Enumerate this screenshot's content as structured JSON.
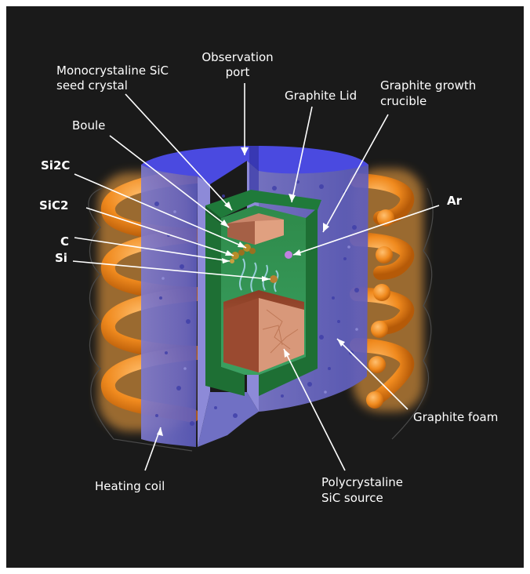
{
  "colors": {
    "background": "#1a1a1a",
    "foam": "#6f6fc8",
    "foam_top": "#4a4ae0",
    "crucible": "#1f7a3a",
    "coil": "#f08a1e",
    "source": "#b05a3a",
    "label": "#ffffff"
  },
  "labels": {
    "seed_crystal": [
      "Monocrystaline SiC",
      "seed crystal"
    ],
    "observation_port": [
      "Observation",
      "port"
    ],
    "graphite_lid": "Graphite Lid",
    "growth_crucible": [
      "Graphite growth",
      "crucible"
    ],
    "boule": "Boule",
    "si2c": "Si2C",
    "sic2": "SiC2",
    "c": "C",
    "si": "Si",
    "ar": "Ar",
    "graphite_foam": "Graphite foam",
    "heating_coil": "Heating coil",
    "poly_source": [
      "Polycrystaline",
      "SiC source"
    ]
  }
}
